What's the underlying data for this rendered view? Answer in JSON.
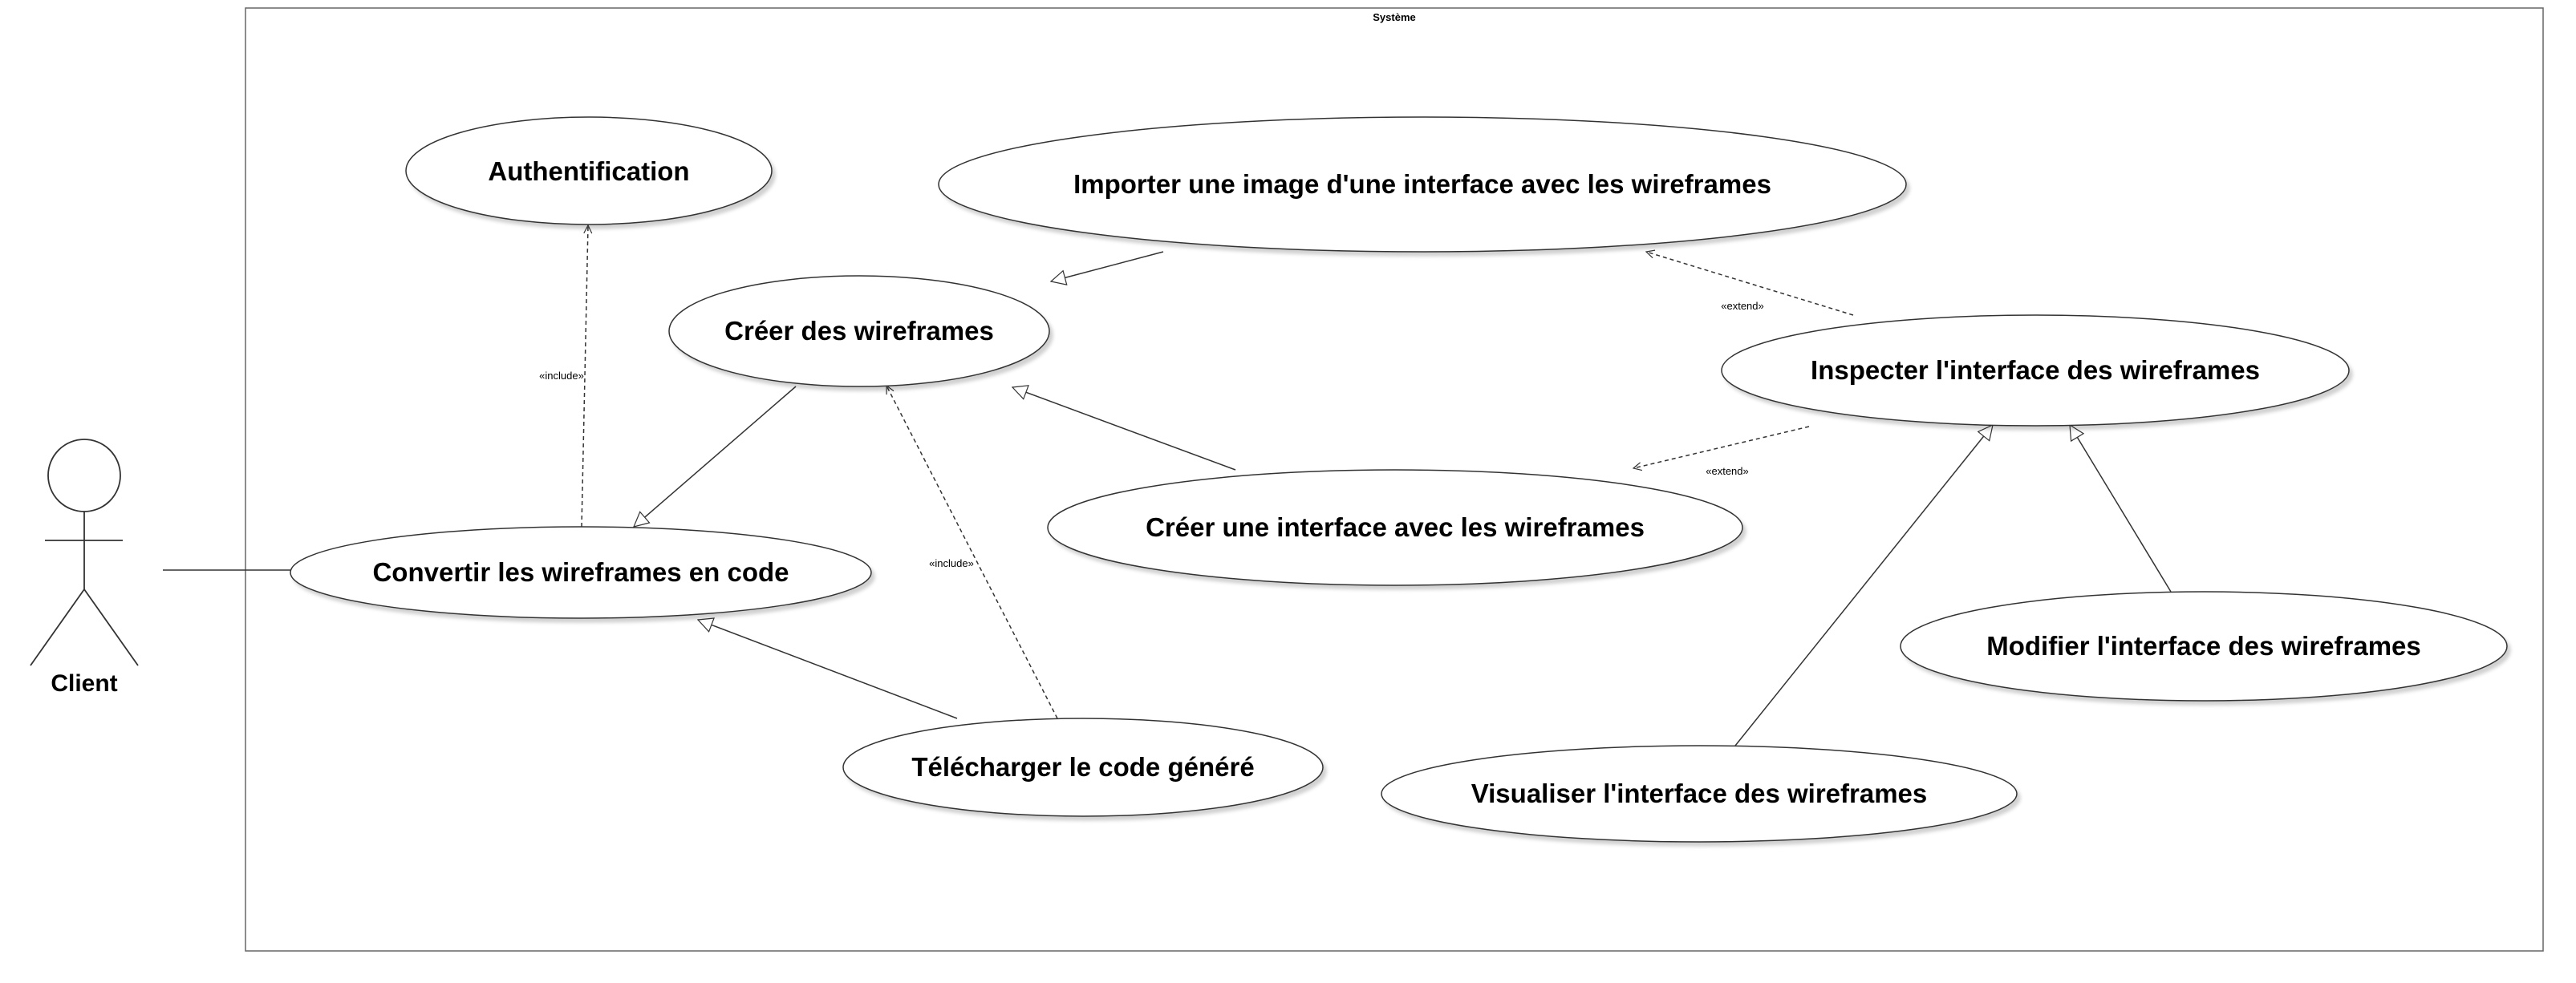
{
  "system": {
    "title": "Système"
  },
  "actor": {
    "name": "Client"
  },
  "use_cases": {
    "auth": "Authentification",
    "import": "Importer une image d'une interface avec les wireframes",
    "create_wf": "Créer des wireframes",
    "inspect": "Inspecter l'interface des wireframes",
    "create_ui": "Créer une interface avec les wireframes",
    "convert": "Convertir les wireframes en code",
    "modify": "Modifier l'interface des wireframes",
    "download": "Télécharger le code généré",
    "visualize": "Visualiser l'interface des wireframes"
  },
  "relations": {
    "include_auth": "«include»",
    "include_download": "«include»",
    "extend_import": "«extend»",
    "extend_create_ui": "«extend»"
  },
  "colors": {
    "line": "#333333",
    "frame": "#666666",
    "ellipse_fill": "#ffffff",
    "shadow": "#d4d4d4"
  }
}
